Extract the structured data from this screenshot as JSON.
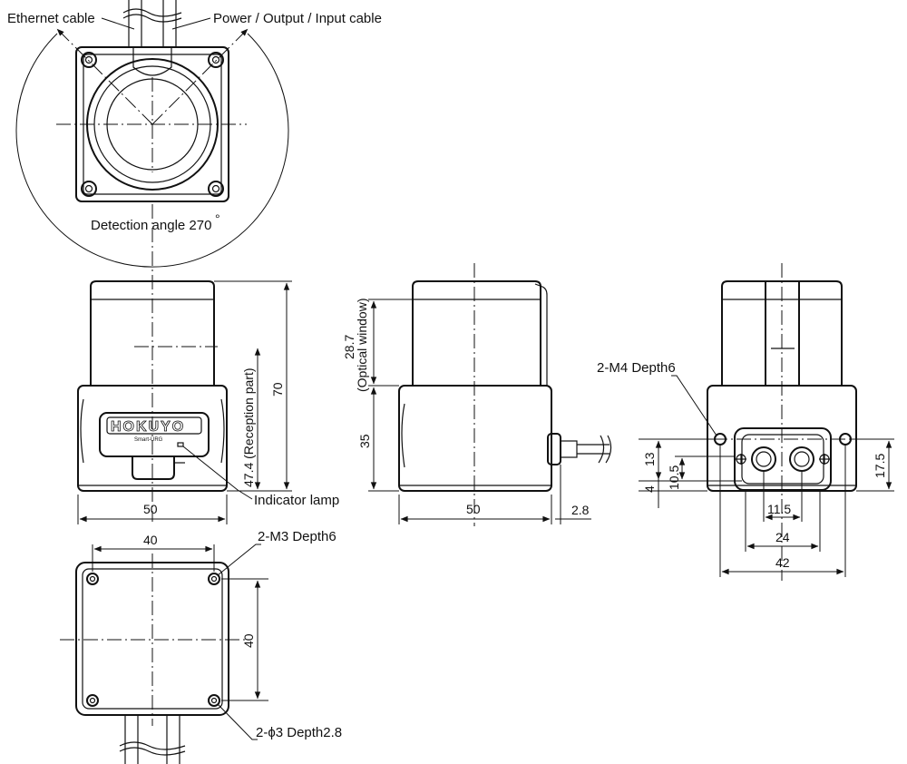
{
  "labels": {
    "ethernet_cable": "Ethernet cable",
    "power_cable": "Power / Output / Input cable",
    "detection_angle": "Detection angle 270",
    "degree_mark": "°",
    "logo": "HOKUYO",
    "logo_sub": "Smart-URG",
    "indicator_lamp": "Indicator lamp",
    "reception_part": "47.4 (Reception part)",
    "optical_window_value": "28.7",
    "optical_window": "(Optical window)",
    "m3_holes": "2-M3  Depth6",
    "phi3_holes": "2-ϕ3  Depth2.8",
    "m4_holes": "2-M4 Depth6"
  },
  "dimensions": {
    "front_width": "50",
    "front_height": "70",
    "side_width": "50",
    "side_lower_height": "35",
    "side_cable_offset": "2.8",
    "bottom_hole_pitch_x": "40",
    "bottom_hole_pitch_y": "40",
    "rear_width": "42",
    "rear_connector_width": "24",
    "rear_connector_pitch": "11.5",
    "rear_height": "17.5",
    "rear_13": "13",
    "rear_10_5": "10.5",
    "rear_4": "4"
  }
}
